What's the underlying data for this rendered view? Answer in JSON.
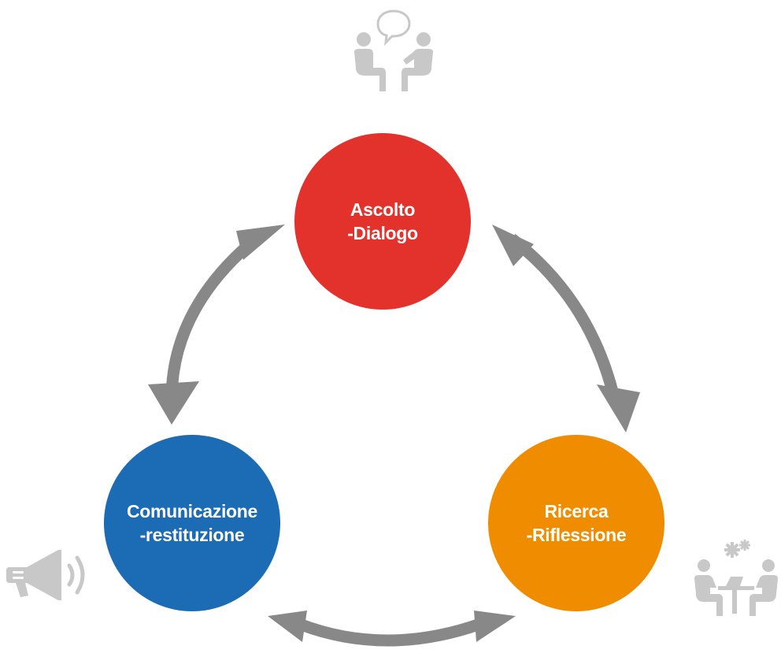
{
  "colors": {
    "node_top": "#e3322b",
    "node_left": "#1b6bb5",
    "node_right": "#f08c00",
    "arrow": "#888888",
    "icon": "#c8c8c8",
    "text": "#ffffff"
  },
  "nodes": {
    "top": {
      "line1": "Ascolto",
      "line2": "-Dialogo",
      "icon": "conversation-icon"
    },
    "left": {
      "line1": "Comunicazione",
      "line2": "-restituzione",
      "icon": "megaphone-icon"
    },
    "right": {
      "line1": "Ricerca",
      "line2": "-Riflessione",
      "icon": "meeting-gears-icon"
    }
  },
  "edges": [
    {
      "from": "top",
      "to": "left",
      "direction": "both"
    },
    {
      "from": "top",
      "to": "right",
      "direction": "both"
    },
    {
      "from": "left",
      "to": "right",
      "direction": "both"
    }
  ]
}
